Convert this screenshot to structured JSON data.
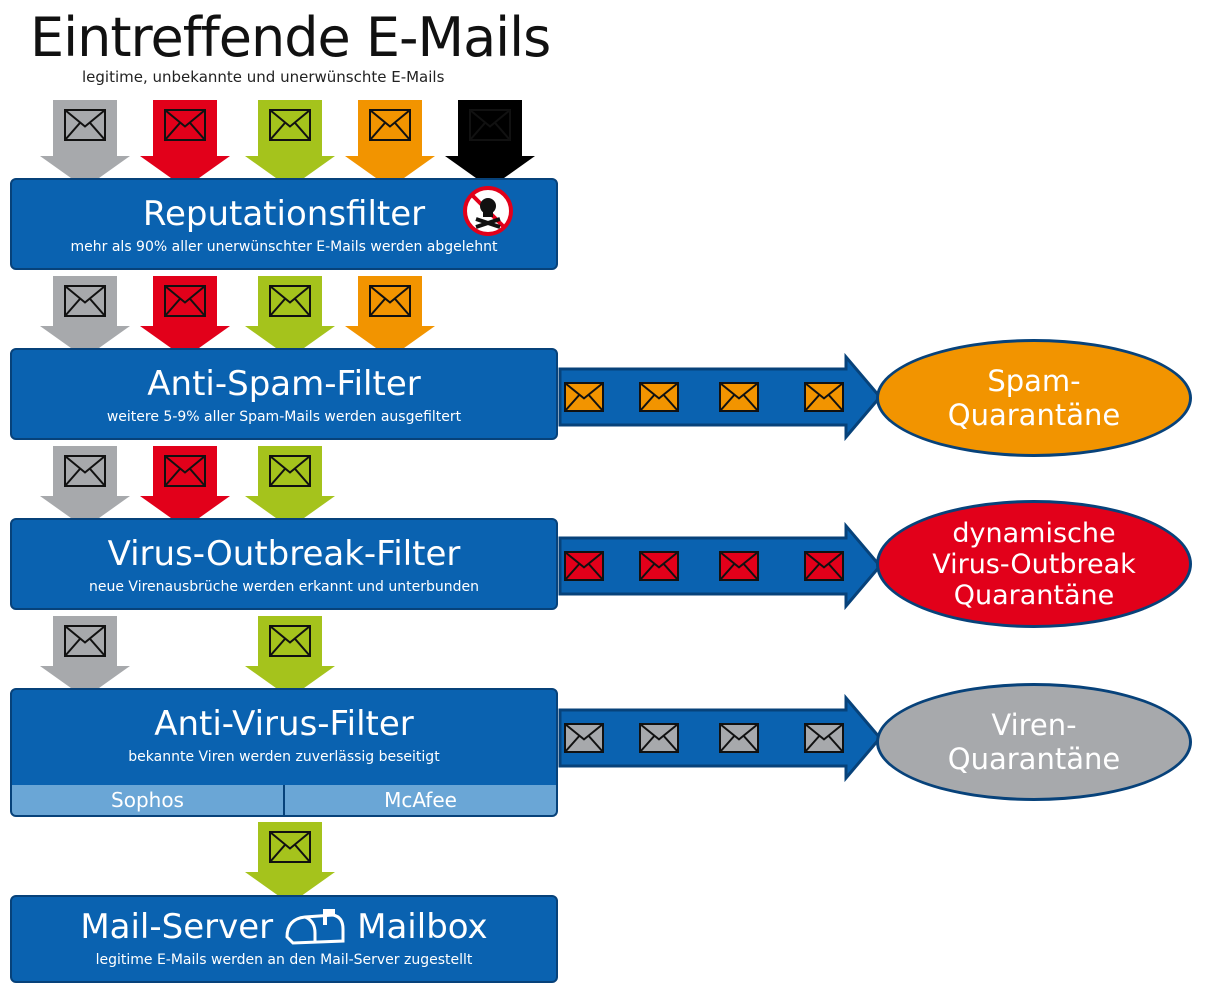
{
  "header": {
    "title": "Eintreffende E-Mails",
    "subtitle": "legitime, unbekannte und unerwünschte E-Mails"
  },
  "stages": [
    {
      "title": "Reputationsfilter",
      "subtitle": "mehr als 90% aller unerwünschter E-Mails werden abgelehnt"
    },
    {
      "title": "Anti-Spam-Filter",
      "subtitle": "weitere 5-9% aller Spam-Mails werden ausgefiltert"
    },
    {
      "title": "Virus-Outbreak-Filter",
      "subtitle": "neue Virenausbrüche werden erkannt und unterbunden"
    },
    {
      "title": "Anti-Virus-Filter",
      "subtitle": "bekannte Viren werden zuverlässig beseitigt"
    }
  ],
  "vendors": [
    "Sophos",
    "McAfee"
  ],
  "mailserver": {
    "left": "Mail-Server",
    "right": "Mailbox",
    "subtitle": "legitime E-Mails werden an den Mail-Server zugestellt"
  },
  "quarantines": [
    {
      "lines": [
        "Spam-",
        "Quarantäne"
      ],
      "color": "#f29400"
    },
    {
      "lines": [
        "dynamische",
        "Virus-Outbreak",
        "Quarantäne"
      ],
      "color": "#e2001a"
    },
    {
      "lines": [
        "Viren-",
        "Quarantäne"
      ],
      "color": "#a7a9ac"
    }
  ],
  "colors": {
    "box": "#0a62b0",
    "box_border": "#07427a",
    "legit": "#a7a9ac",
    "virus": "#e2001a",
    "unknown": "#a5c31c",
    "spam": "#f29400",
    "blocked": "#000000"
  },
  "icons": {
    "mail": "envelope-icon",
    "blocked": "skull-crossbones-icon",
    "mailbox": "mailbox-icon"
  }
}
